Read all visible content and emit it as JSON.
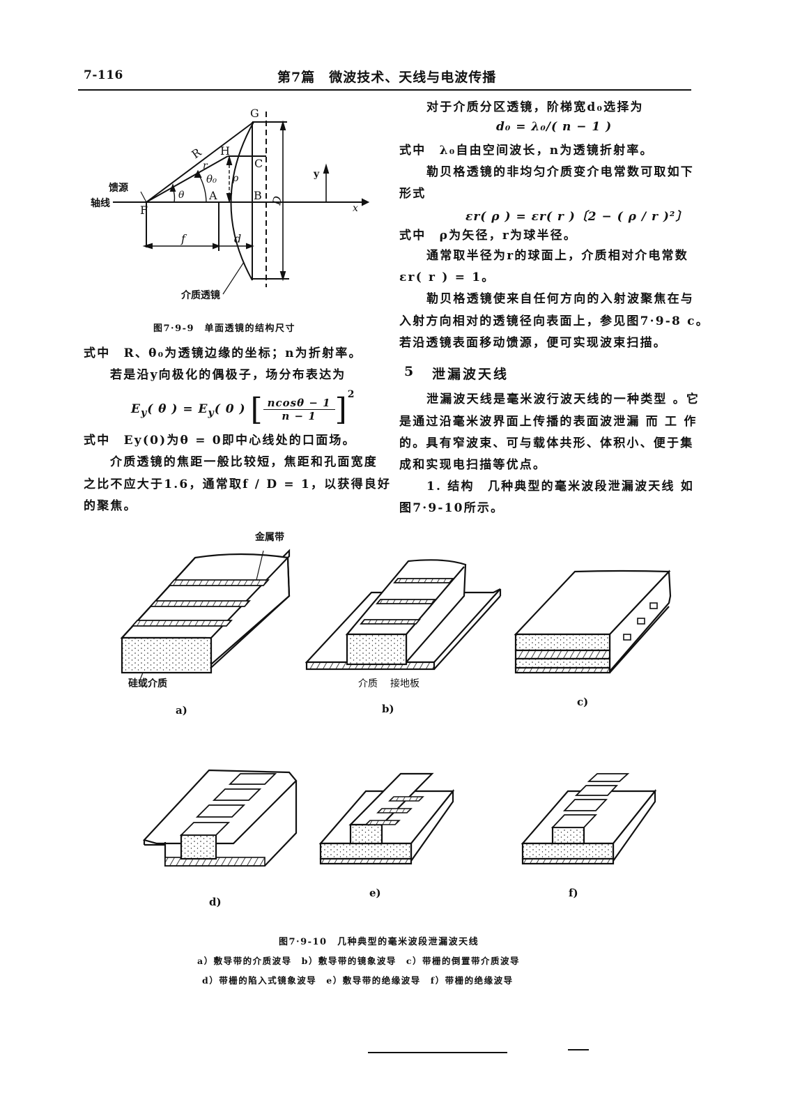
{
  "header": {
    "page_number": "7-116",
    "chapter_title": "第7篇　微波技术、天线与电波传播"
  },
  "figure_7_9_9": {
    "labels": {
      "G": "G",
      "H": "H",
      "R": "R",
      "r": "r",
      "C": "C",
      "theta0": "θ₀",
      "theta": "θ",
      "rho": "ρ",
      "A": "A",
      "B": "B",
      "F": "F",
      "D": "D",
      "y": "y",
      "x": "x",
      "f": "f",
      "d": "d",
      "feed": "馈源",
      "axis": "轴线",
      "lens": "介质透镜"
    },
    "caption": "图7·9-9　单面透镜的结构尺寸"
  },
  "left_column": {
    "para1": "式中　R、θ₀为透镜边缘的坐标；n为折射率。",
    "para2": "若是沿y向极化的偶极子，场分布表达为",
    "formula": {
      "lhs": "E",
      "lhs_sub": "y",
      "lhs_arg": "( θ ) = ",
      "rhs": "E",
      "rhs_sub": "y",
      "rhs_arg": "( 0 )",
      "numerator": "ncosθ − 1",
      "denominator": "n − 1",
      "exponent": "2"
    },
    "para3": "式中　Ey(0)为θ = 0即中心线处的口面场。",
    "para4_l1": "介质透镜的焦距一般比较短，焦距和孔面宽度",
    "para4_l2": "之比不应大于1.6，通常取f / D = 1，以获得良好",
    "para4_l3": "的聚焦。"
  },
  "right_column": {
    "para1": "对于介质分区透镜，阶梯宽d₀选择为",
    "formula1": "d₀ = λ₀/( n − 1 )",
    "para2": "式中　λ₀自由空间波长，n为透镜折射率。",
    "para3_l1": "勒贝格透镜的非均匀介质变介电常数可取如下",
    "para3_l2": "形式",
    "formula2": "εr( ρ ) = εr( r )〔2 − ( ρ / r )²〕",
    "para4": "式中　ρ为矢径，r为球半径。",
    "para5_l1": "通常取半径为r的球面上，介质相对介电常数",
    "para5_l2": "εr( r ) = 1。",
    "para6_l1": "勒贝格透镜使来自任何方向的入射波聚焦在与",
    "para6_l2": "入射方向相对的透镜径向表面上，参见图7·9-8 c。",
    "para6_l3": "若沿透镜表面移动馈源，便可实现波束扫描。",
    "section_number": "5",
    "section_title": "泄漏波天线",
    "para7_l1": "泄漏波天线是毫米波行波天线的一种类型 。它",
    "para7_l2": "是通过沿毫米波界面上传播的表面波泄漏 而 工 作",
    "para7_l3": "的。具有窄波束、可与载体共形、体积小、便于集",
    "para7_l4": "成和实现电扫描等优点。",
    "para8_l1": "1. 结构　几种典型的毫米波段泄漏波天线 如",
    "para8_l2": "图7·9-10所示。"
  },
  "figure_7_9_10": {
    "label_metal_strip": "金属带",
    "label_si_dielectric": "硅或介质",
    "label_dielectric": "介质",
    "label_ground_plate": "接地板",
    "sub_labels": [
      "a)",
      "b)",
      "c)",
      "d)",
      "e)",
      "f)"
    ],
    "caption": "图7·9-10　几种典型的毫米波段泄漏波天线",
    "legend_line1": "a）敷导带的介质波导　b）敷导带的镜象波导　c）带栅的倒置带介质波导",
    "legend_line2": "d）带栅的陷入式镜象波导　e）敷导带的绝缘波导　f）带栅的绝缘波导"
  }
}
